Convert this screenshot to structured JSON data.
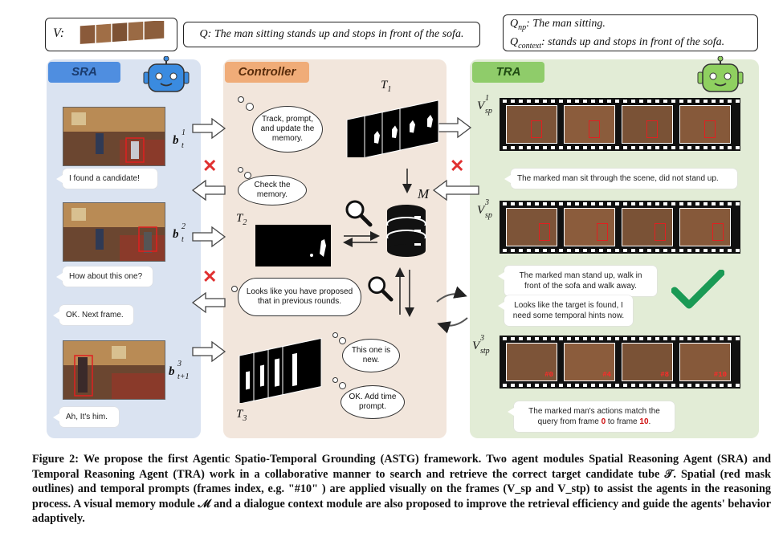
{
  "top": {
    "v_label": "V:",
    "query": "Q: The man sitting stands up and stops in front of the sofa.",
    "qnp": "Q",
    "qnp_sub": "np",
    "qnp_text": ": The man sitting.",
    "qctx": "Q",
    "qctx_sub": "context",
    "qctx_text": ": stands up and stops in front of the sofa."
  },
  "sra": {
    "title": "SRA",
    "b1": "b",
    "b1_sup": "1",
    "b1_sub": "t",
    "b2": "b",
    "b2_sup": "2",
    "b2_sub": "t",
    "b3": "b",
    "b3_sup": "3",
    "b3_sub": "t+1",
    "msg1": "I found a candidate!",
    "msg2": "How about this one?",
    "msg3": "OK. Next frame.",
    "msg4": "Ah, It's him."
  },
  "controller": {
    "title": "Controller",
    "cloud1": "Track, prompt, and update the memory.",
    "cloud2": "Check the memory.",
    "cloud3": "Looks like you have proposed that in previous rounds.",
    "cloud4": "This one is new.",
    "cloud5": "OK. Add time prompt.",
    "t1": "T",
    "t1_sub": "1",
    "t2": "T",
    "t2_sub": "2",
    "t3": "T",
    "t3_sub": "3",
    "memory": "M"
  },
  "tra": {
    "title": "TRA",
    "v1": "V",
    "v1_sup": "1",
    "v1_sub": "sp",
    "v2": "V",
    "v2_sup": "3",
    "v2_sub": "sp",
    "v3": "V",
    "v3_sup": "3",
    "v3_sub": "stp",
    "msg1": "The marked man sit through the scene, did not stand up.",
    "msg2": "The marked man stand up, walk in front of the sofa and walk away.",
    "msg3": "Looks like the target is found, I need some temporal hints now.",
    "msg4a": "The marked man's actions match the query from frame ",
    "msg4b": "0",
    "msg4c": " to frame ",
    "msg4d": "10",
    "msg4e": ".",
    "frame_labels": [
      "#0",
      "#4",
      "#8",
      "#10"
    ]
  },
  "caption": "Figure 2: We propose the first Agentic Spatio-Temporal Grounding (ASTG) framework. Two agent modules Spatial Reasoning Agent (SRA) and Temporal Reasoning Agent (TRA) work in a collaborative manner to search and retrieve the correct target candidate tube 𝒯. Spatial (red mask outlines) and temporal prompts (frames index, e.g. \"#10\" ) are applied visually on the frames (V_sp and V_stp) to assist the agents in the reasoning process. A visual memory module ℳ and a dialogue context module are also proposed to improve the retrieval efficiency and guide the agents' behavior adaptively.",
  "colors": {
    "sra_panel": "#dae3f1",
    "controller_panel": "#f2e6dc",
    "tra_panel": "#e2ecd6",
    "check": "#1a9a55",
    "cross": "#e03030"
  }
}
